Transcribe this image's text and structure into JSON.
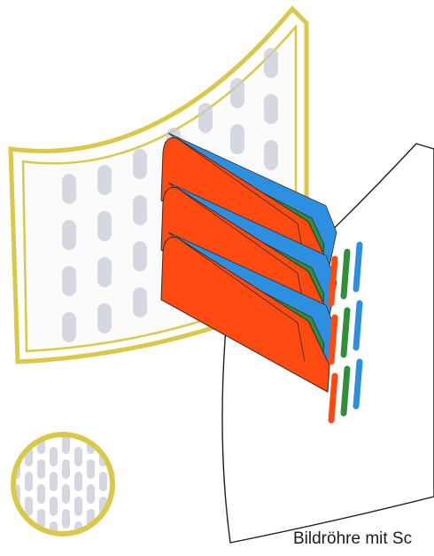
{
  "caption": "Bildröhre mit Sc",
  "colors": {
    "mask_frame": "#d9c84a",
    "mask_holes": "#c9ccd8",
    "beam_red": "#ff4a12",
    "beam_green": "#2f8f3a",
    "beam_blue": "#2d8fe0",
    "outline": "#3a2a20"
  },
  "icons": {
    "mask_panel": "shadow-mask-panel",
    "magnifier": "mask-detail-circle",
    "screen": "phosphor-screen-sheet"
  }
}
